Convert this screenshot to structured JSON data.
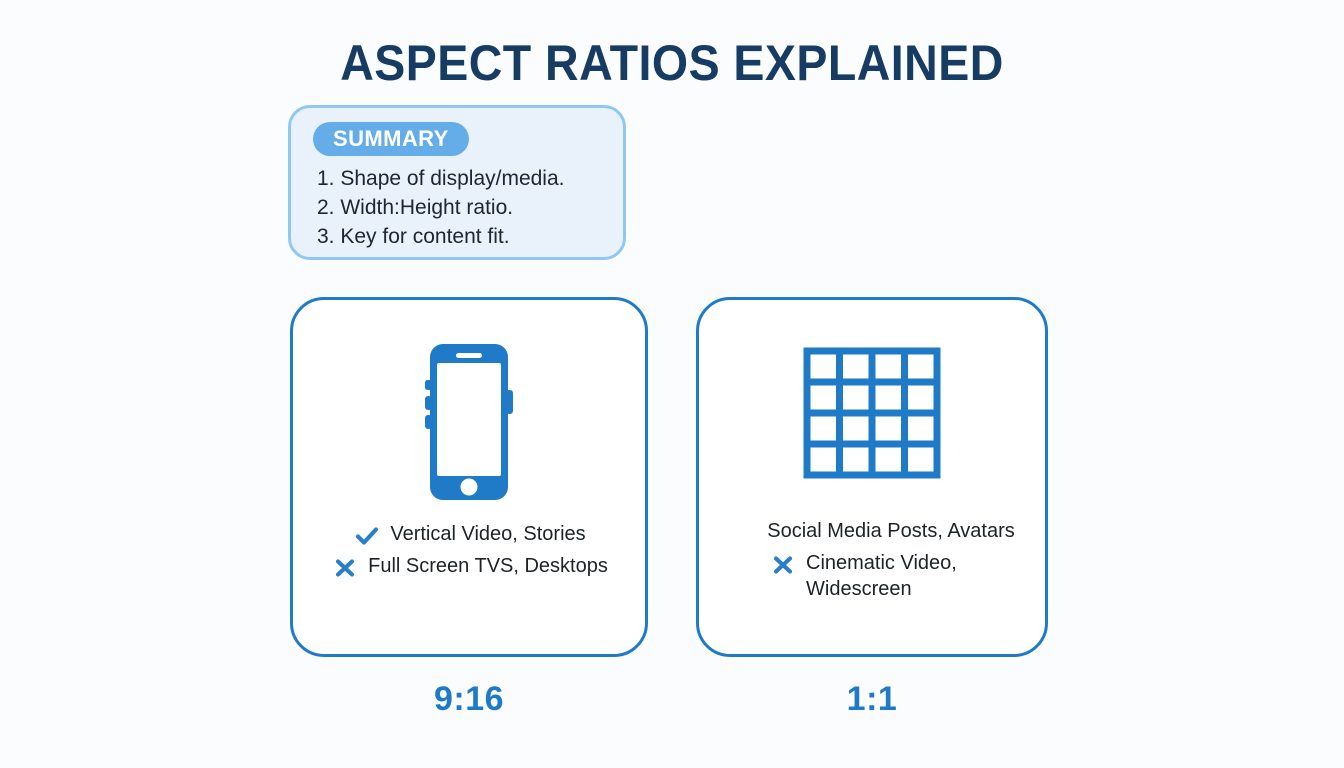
{
  "page": {
    "title": "ASPECT RATIOS EXPLAINED",
    "background_color": "#fbfcfd",
    "title_color": "#173c63",
    "accent_color": "#1f7ac8"
  },
  "summary": {
    "badge_label": "SUMMARY",
    "badge_color": "#64ade8",
    "box_fill": "#e9f2fb",
    "box_border": "#8fc9f1",
    "items": [
      "1. Shape of display/media.",
      "2. Width:Height ratio.",
      "3. Key for content fit."
    ]
  },
  "cards": [
    {
      "icon": "smartphone-icon",
      "ratio_label": "9:16",
      "lines": [
        {
          "marker": "check-icon",
          "text": "Vertical Video, Stories"
        },
        {
          "marker": "cross-icon",
          "text": "Full Screen TVS, Desktops"
        }
      ]
    },
    {
      "icon": "grid-icon",
      "ratio_label": "1:1",
      "lines": [
        {
          "marker": "none",
          "text": "Social Media Posts, Avatars"
        },
        {
          "marker": "cross-icon",
          "text": "Cinematic Video, Widescreen"
        }
      ]
    }
  ]
}
